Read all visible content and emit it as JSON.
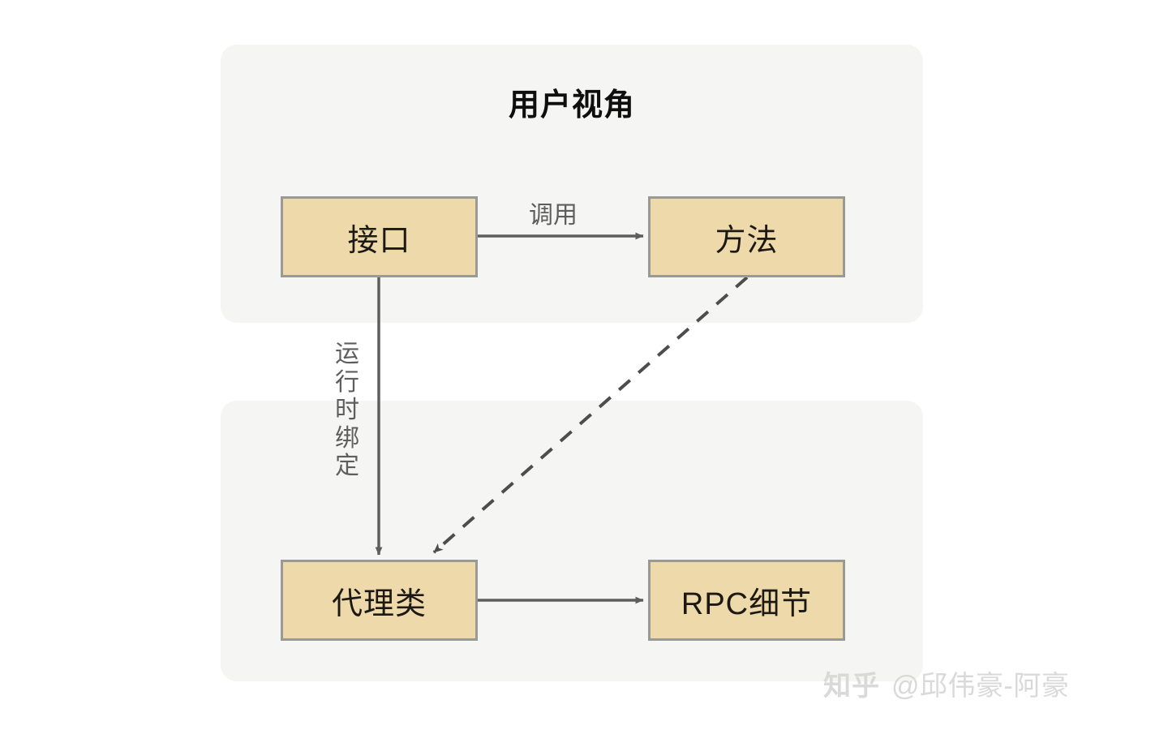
{
  "diagram": {
    "panels": [
      {
        "id": "user-perspective",
        "title": "用户视角"
      },
      {
        "id": "implementation",
        "title": ""
      }
    ],
    "nodes": [
      {
        "id": "interface",
        "label": "接口"
      },
      {
        "id": "method",
        "label": "方法"
      },
      {
        "id": "proxy",
        "label": "代理类"
      },
      {
        "id": "rpc",
        "label": "RPC细节"
      }
    ],
    "edges": [
      {
        "id": "interface-to-method",
        "from": "接口",
        "to": "方法",
        "label": "调用",
        "style": "solid"
      },
      {
        "id": "interface-to-proxy",
        "from": "接口",
        "to": "代理类",
        "label": "运行时绑定",
        "style": "solid"
      },
      {
        "id": "method-to-proxy",
        "from": "方法",
        "to": "代理类",
        "label": "",
        "style": "dashed"
      },
      {
        "id": "proxy-to-rpc",
        "from": "代理类",
        "to": "RPC细节",
        "label": "",
        "style": "solid"
      }
    ]
  },
  "watermark": {
    "logo": "知乎",
    "handle": "@邱伟豪-阿豪"
  },
  "colors": {
    "box_fill": "#eed9ab",
    "box_border": "#9a9a95",
    "panel_bg": "#f5f5f3",
    "edge": "#5e5e5e",
    "title": "#0f0f0f",
    "watermark": "#d9d9d9",
    "page_bg": "#ffffff"
  }
}
